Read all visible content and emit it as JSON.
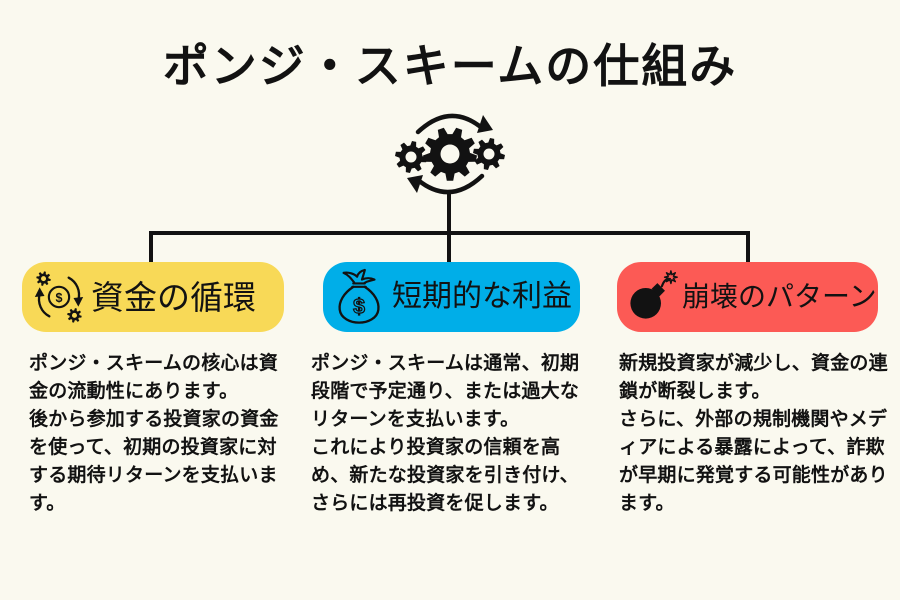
{
  "page": {
    "title": "ポンジ・スキームの仕組み",
    "background_color": "#FAF9EF",
    "line_color": "#121212"
  },
  "colors": {
    "funds": "#F8D957",
    "profit": "#00AEE8",
    "collapse": "#FC5A55",
    "ink": "#121212"
  },
  "center_icon": "gears-cycle-icon",
  "currency_symbol": "$",
  "cards": [
    {
      "id": "funds",
      "icon": "money-cycle-icon",
      "label": "資金の循環",
      "body": "ポンジ・スキームの核心は資金の流動性にあります。\n後から参加する投資家の資金を使って、初期の投資家に対する期待リターンを支払います。"
    },
    {
      "id": "profit",
      "icon": "money-bag-icon",
      "label": "短期的な利益",
      "body": "ポンジ・スキームは通常、初期段階で予定通り、または過大なリターンを支払います。\nこれにより投資家の信頼を高め、新たな投資家を引き付け、さらには再投資を促します。"
    },
    {
      "id": "collapse",
      "icon": "bomb-icon",
      "label": "崩壊のパターン",
      "body": "新規投資家が減少し、資金の連鎖が断裂します。\nさらに、外部の規制機関やメディアによる暴露によって、詐欺が早期に発覚する可能性があります。"
    }
  ]
}
